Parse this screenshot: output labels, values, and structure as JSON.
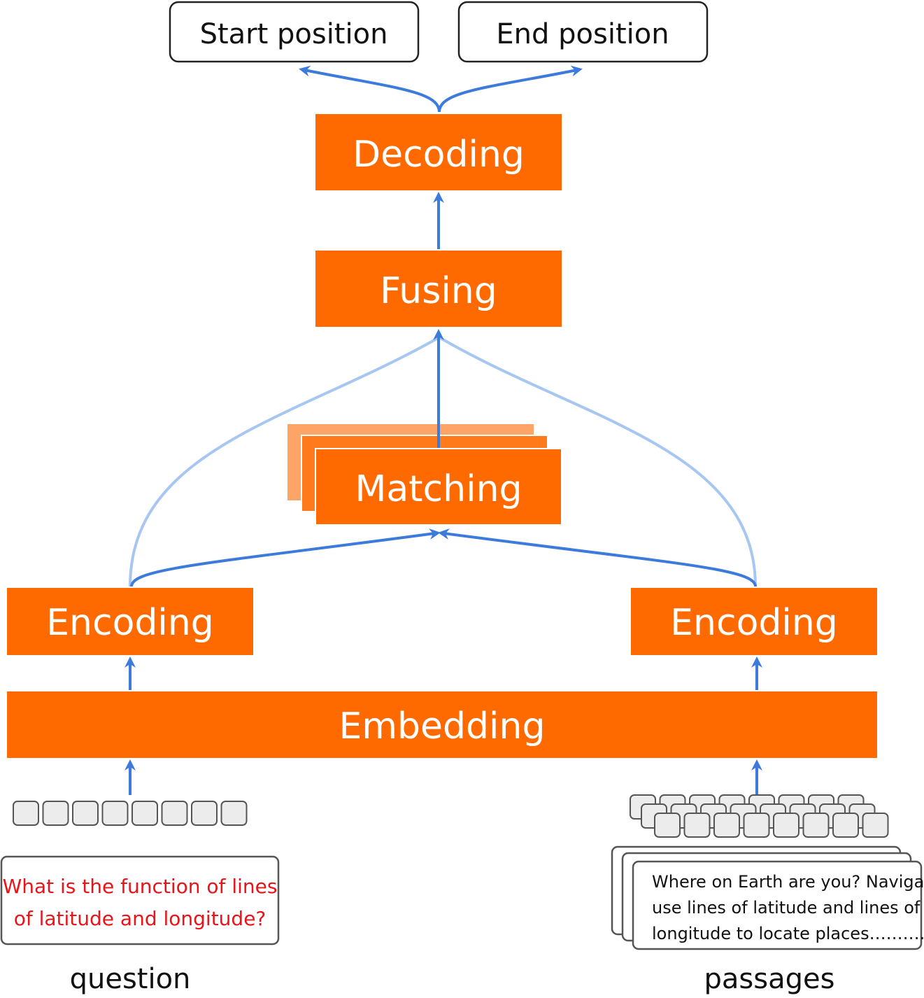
{
  "outputs": {
    "start": "Start position",
    "end": "End position"
  },
  "layers": {
    "decoding": "Decoding",
    "fusing": "Fusing",
    "matching": "Matching",
    "encoding_question": "Encoding",
    "encoding_passage": "Encoding",
    "embedding": "Embedding"
  },
  "question": {
    "line1": "What is the function of lines",
    "line2": "of latitude and longitude?",
    "caption": "question"
  },
  "passage": {
    "line1": "Where on Earth are you? Navigators",
    "line2": "use lines of latitude and lines of",
    "line3": "longitude to locate places……….",
    "caption": "passages"
  },
  "colors": {
    "block": "#ff6a00",
    "block_faded": "#ff9a56",
    "arrow": "#3c7bdc",
    "arrow_light": "#a8c6f2",
    "token_fill": "#ececec",
    "token_stroke": "#555555",
    "question_text": "#e8141a"
  }
}
